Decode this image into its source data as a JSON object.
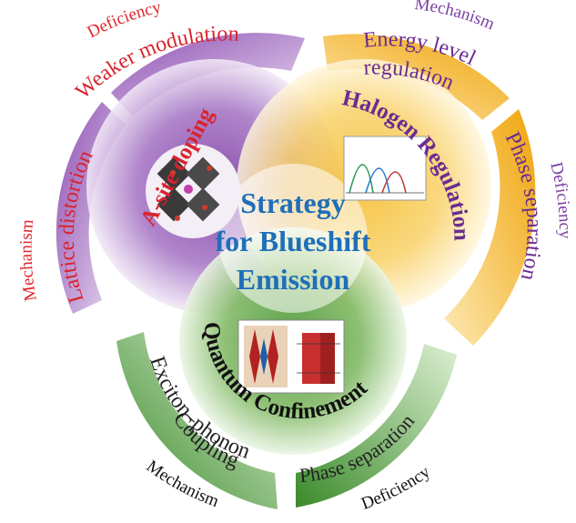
{
  "center": {
    "line1": "Strategy",
    "line2": "for Blueshift",
    "line3": "Emission",
    "color": "#1f6fb8"
  },
  "circles": {
    "a_site": {
      "title": "A-site doping",
      "title_color": "#d9232e",
      "mechanism_text": "Lattice distortion",
      "deficiency_text": "Weaker modulation",
      "text_color": "#d9232e",
      "mechanism_label": "Mechanism",
      "deficiency_label": "Deficiency",
      "label_color": "#e0262c"
    },
    "halogen": {
      "title": "Halogen Regulation",
      "title_color": "#6a2c91",
      "mechanism_text_1": "Energy level",
      "mechanism_text_2": "regulation",
      "deficiency_text": "Phase separation",
      "text_color": "#6a2c91",
      "mechanism_label": "Mechanism",
      "deficiency_label": "Deficiency",
      "label_color": "#7b3fa0"
    },
    "quantum": {
      "title": "Quantum Confinement",
      "title_color": "#111111",
      "mechanism_text_1": "Exciton–phonon",
      "mechanism_text_2": "Coupling",
      "deficiency_text": "Phase separation",
      "text_color": "#222222",
      "mechanism_label": "Mechanism",
      "deficiency_label": "Deficiency",
      "label_color": "#111111"
    }
  },
  "colors": {
    "purple": "#a678c2",
    "orange": "#f6c24a",
    "green": "#6fae4f"
  }
}
